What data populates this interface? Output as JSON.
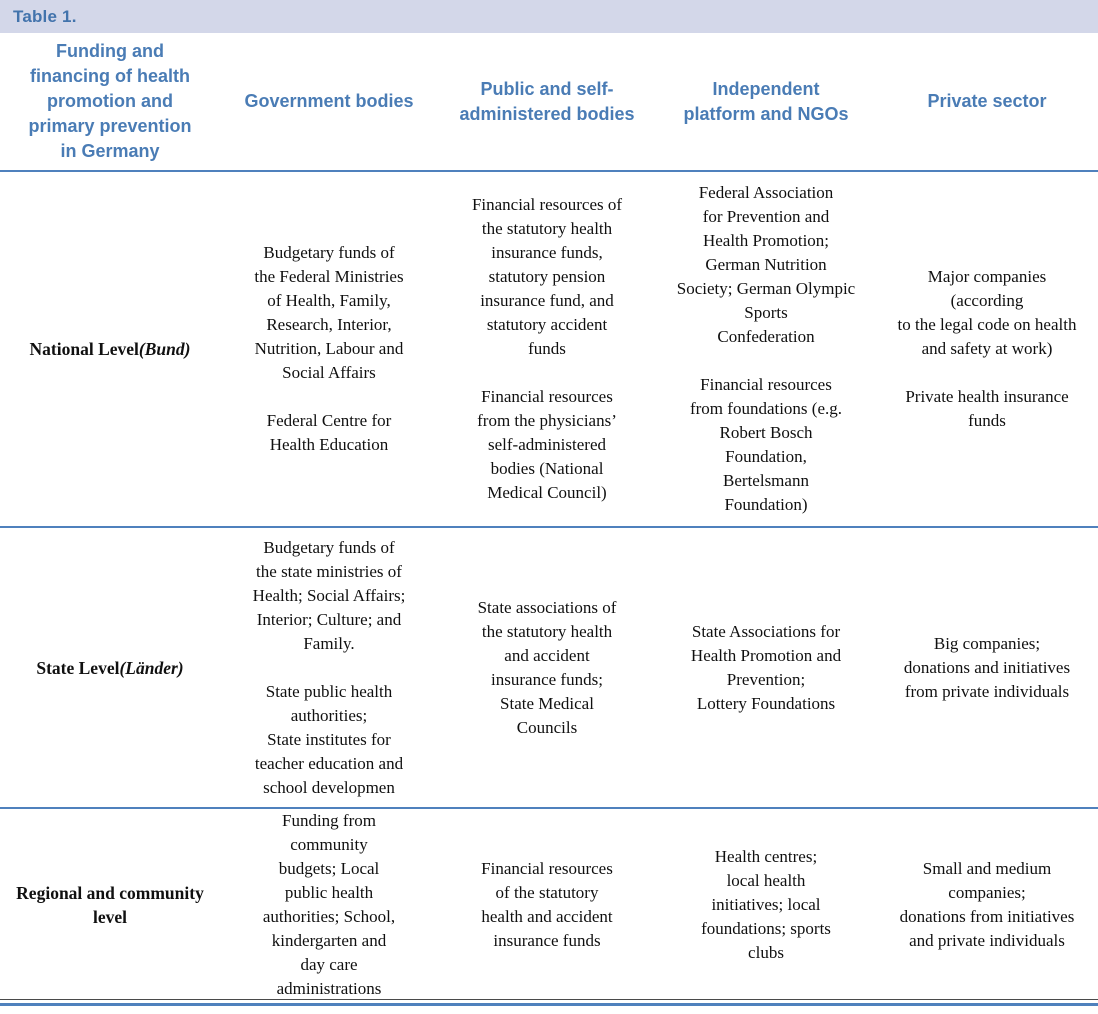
{
  "title_bar": {
    "label": "Table 1."
  },
  "colors": {
    "accent_rule": "#4f81bd",
    "header_text": "#4a7cb5",
    "title_bar_bg": "#d3d7e9",
    "body_text": "#101010"
  },
  "header": {
    "row_axis": "Funding and\nfinancing of health\npromotion and\nprimary prevention\nin Germany",
    "columns": [
      "Government bodies",
      "Public and self-\nadministered bodies",
      "Independent\nplatform and NGOs",
      "Private sector"
    ]
  },
  "rows": [
    {
      "label": "National Level ",
      "label_italic": "(Bund)",
      "cells": [
        "Budgetary funds of\nthe Federal Ministries\nof Health, Family,\nResearch, Interior,\nNutrition, Labour and\nSocial Affairs\n\nFederal Centre for\nHealth Education",
        "Financial resources of\nthe statutory health\ninsurance funds,\nstatutory pension\ninsurance fund, and\nstatutory accident\nfunds\n\nFinancial resources\nfrom the physicians’\nself-administered\nbodies (National\nMedical Council)",
        "Federal Association\nfor Prevention and\nHealth Promotion;\nGerman Nutrition\nSociety; German Olympic\nSports\nConfederation\n\nFinancial resources\nfrom foundations (e.g.\nRobert Bosch\nFoundation,\nBertelsmann\nFoundation)",
        "Major companies\n(according\nto the legal code on health\nand safety at work)\n\nPrivate health insurance\nfunds"
      ]
    },
    {
      "label": "State Level ",
      "label_italic": "(Länder)",
      "cells": [
        "Budgetary funds of\nthe state ministries of\nHealth; Social Affairs;\nInterior; Culture; and\nFamily.\n\nState public health\nauthorities;\nState institutes for\nteacher education and\nschool developmen",
        "State associations of\nthe statutory health\nand accident\ninsurance funds;\nState Medical\nCouncils",
        "State Associations for\nHealth Promotion and\nPrevention;\nLottery Foundations",
        "Big companies;\ndonations and initiatives\nfrom private individuals"
      ]
    },
    {
      "label": "Regional and community level",
      "label_italic": "",
      "cells": [
        "Funding from\ncommunity\nbudgets; Local\npublic health\nauthorities; School,\nkindergarten and\nday care\nadministrations",
        "Financial resources\nof the statutory\nhealth and accident\ninsurance funds",
        "Health centres;\nlocal health\ninitiatives; local\nfoundations; sports\nclubs",
        "Small and medium\ncompanies;\ndonations from initiatives\nand private individuals"
      ]
    }
  ]
}
